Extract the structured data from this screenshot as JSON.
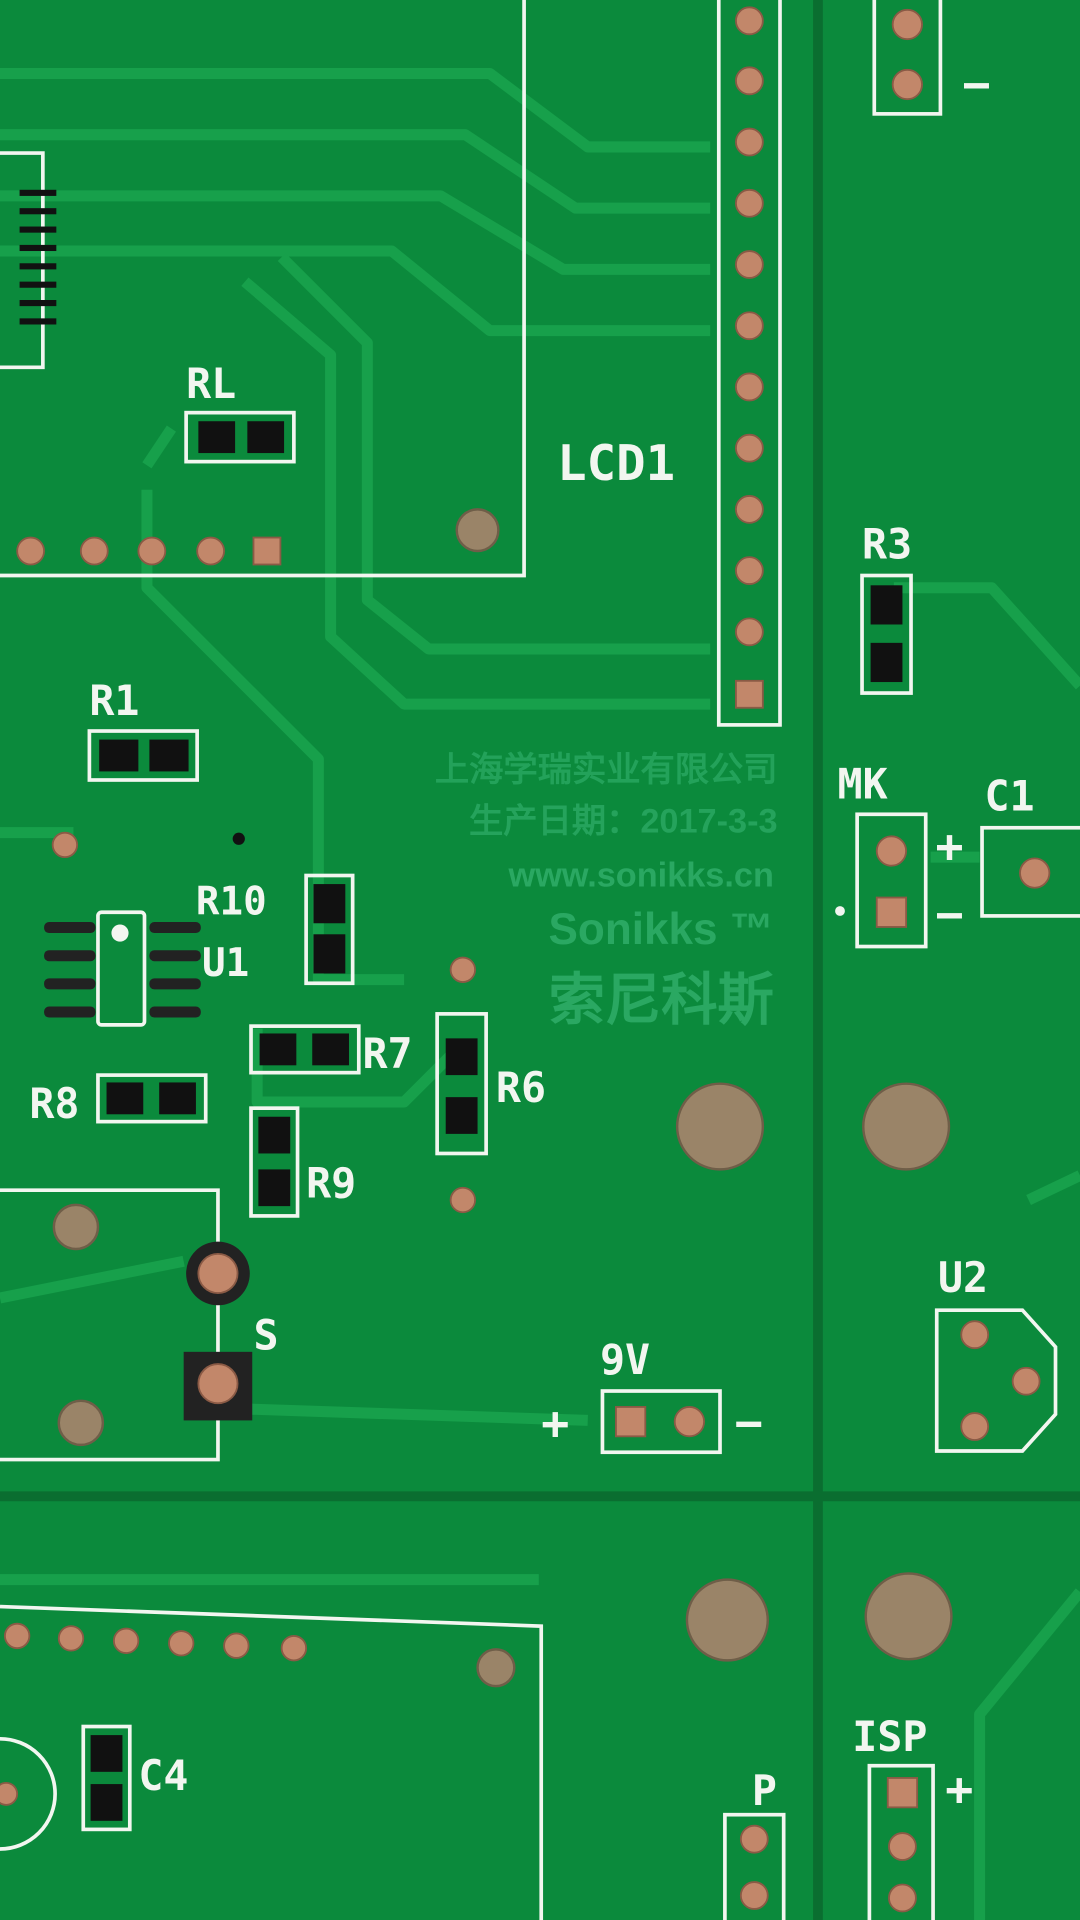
{
  "board": {
    "colors": {
      "solder_mask": "#0b8a3c",
      "trace": "#17a04b",
      "silkscreen": "#f2f6f0",
      "copper": "#c2876a",
      "hole": "#9a8468"
    },
    "labels": {
      "rl": "RL",
      "lcd1": "LCD1",
      "r3": "R3",
      "r1": "R1",
      "mk": "MK",
      "c1": "C1",
      "r10": "R10",
      "u1": "U1",
      "r7": "R7",
      "r6": "R6",
      "r8": "R8",
      "r9": "R9",
      "s": "S",
      "u2": "U2",
      "v9": "9V",
      "c4": "C4",
      "isp": "ISP",
      "p": "P",
      "plus": "+",
      "minus": "−"
    },
    "imprint": {
      "company": "上海学瑞实业有限公司",
      "date": "生产日期：2017-3-3",
      "website": "www.sonikks.cn",
      "brand": "Sonikks ™",
      "brand_cn": "索尼科斯"
    }
  }
}
